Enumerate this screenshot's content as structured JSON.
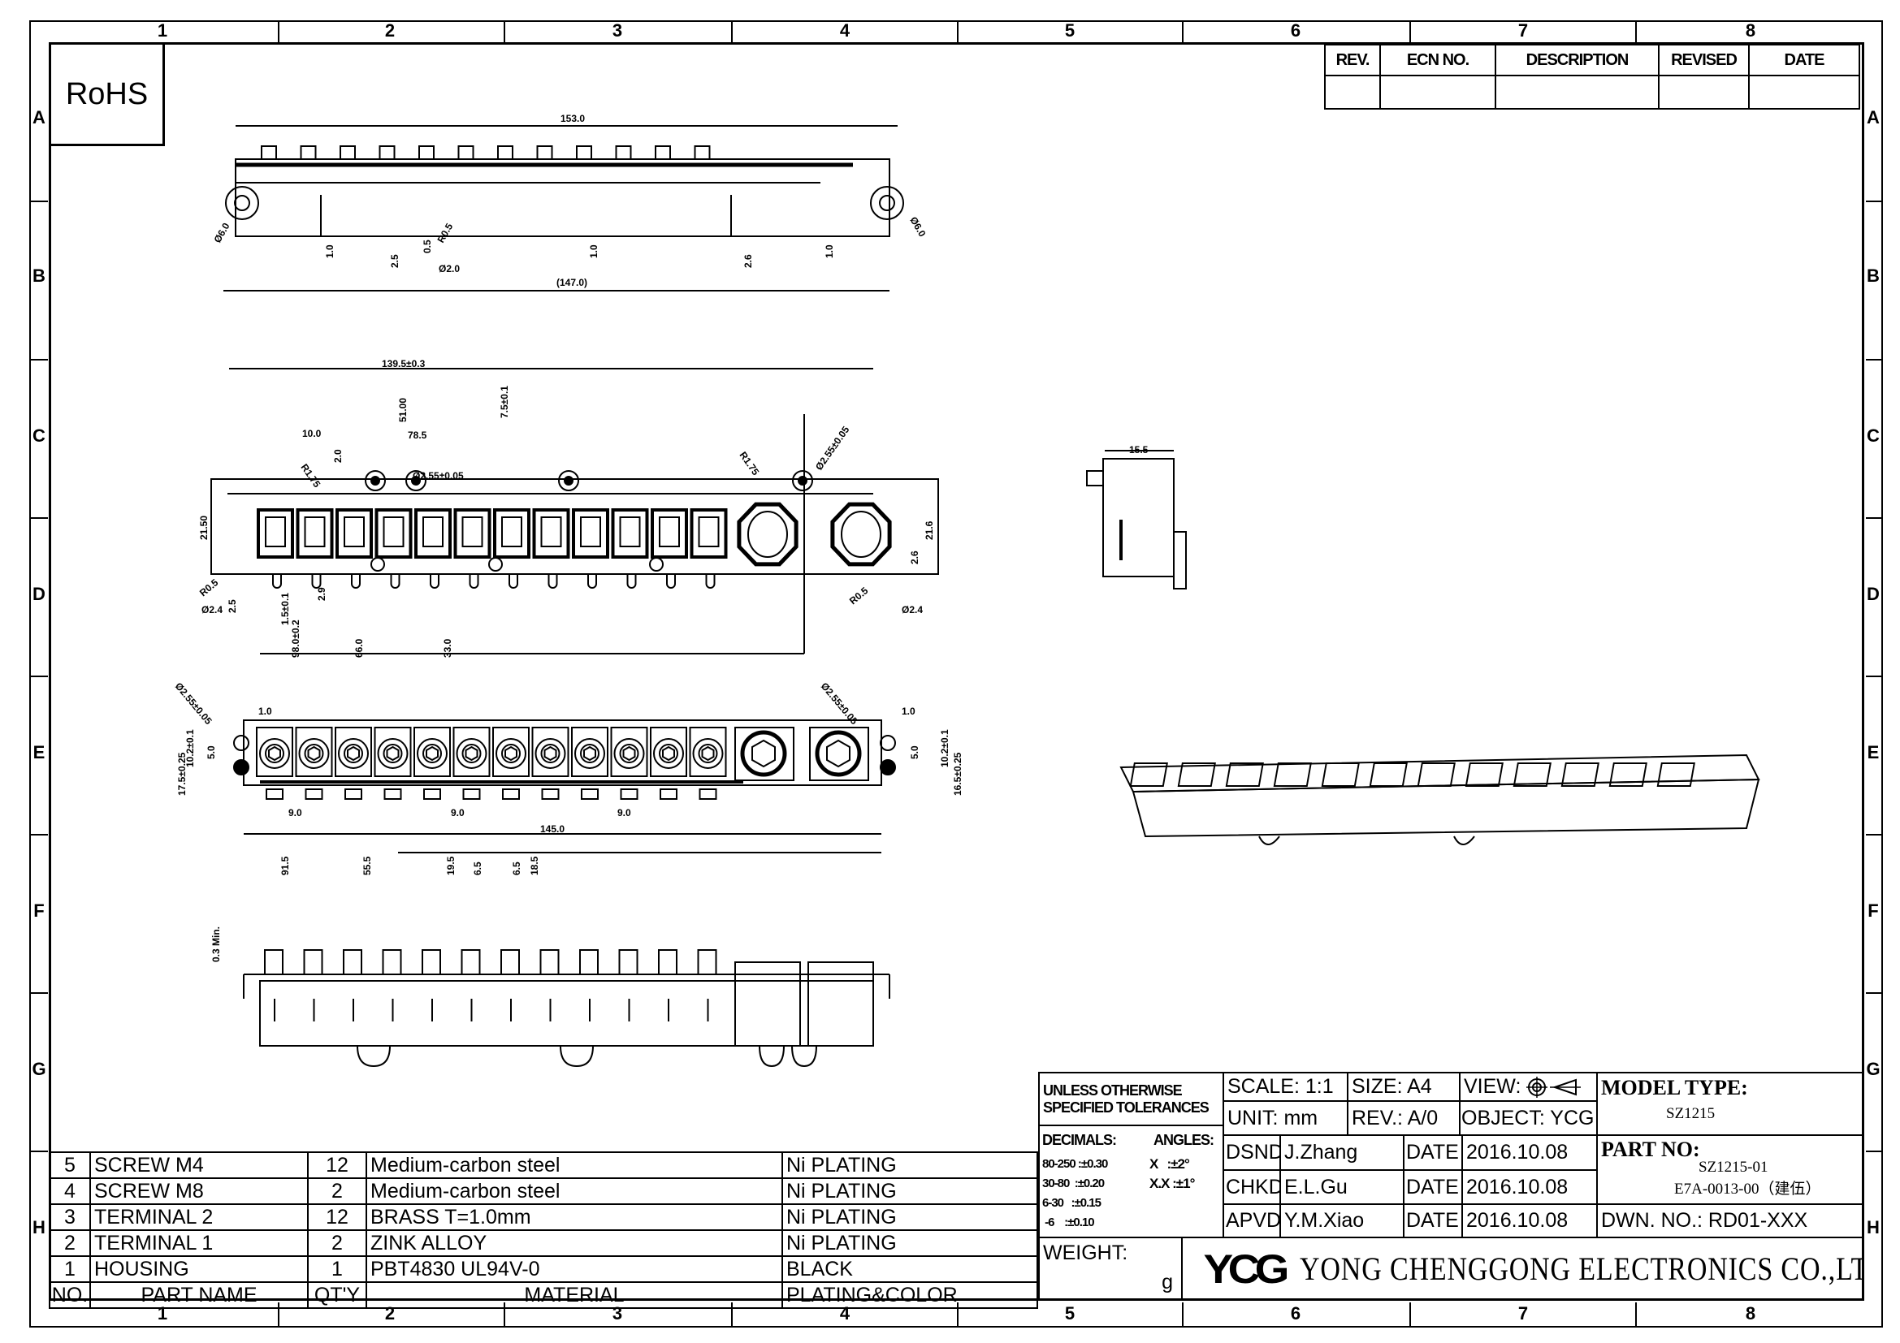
{
  "badge": "RoHS",
  "zones": {
    "columns": [
      "1",
      "2",
      "3",
      "4",
      "5",
      "6",
      "7",
      "8"
    ],
    "rows": [
      "A",
      "B",
      "C",
      "D",
      "E",
      "F",
      "G",
      "H"
    ]
  },
  "revision_table": {
    "headers": [
      "REV.",
      "ECN NO.",
      "DESCRIPTION",
      "REVISED",
      "DATE"
    ]
  },
  "bom": {
    "headers": [
      "NO.",
      "PART NAME",
      "QT'Y",
      "MATERIAL",
      "PLATING&COLOR"
    ],
    "rows": [
      [
        "5",
        "SCREW M4",
        "12",
        "Medium-carbon steel",
        "Ni PLATING"
      ],
      [
        "4",
        "SCREW M8",
        "2",
        "Medium-carbon steel",
        "Ni PLATING"
      ],
      [
        "3",
        "TERMINAL 2",
        "12",
        "BRASS T=1.0mm",
        "Ni PLATING"
      ],
      [
        "2",
        "TERMINAL 1",
        "2",
        "ZINK ALLOY",
        "Ni PLATING"
      ],
      [
        "1",
        "HOUSING",
        "1",
        "PBT4830 UL94V-0",
        "BLACK"
      ]
    ]
  },
  "title_block": {
    "tolerance_title_1": "UNLESS OTHERWISE",
    "tolerance_title_2": "SPECIFIED TOLERANCES",
    "decimals_label": "DECIMALS:",
    "angles_label": "ANGLES:",
    "decimals": [
      "80-250 :±0.30",
      "30-80  :±0.20",
      "6-30   :±0.15",
      " -6    :±0.10"
    ],
    "angles": [
      "X   :±2°",
      "X.X :±1°"
    ],
    "scale": "SCALE:  1:1",
    "size": "SIZE:  A4",
    "view": "VIEW:",
    "unit": "UNIT:  mm",
    "rev": "REV.:  A/0",
    "object": "OBJECT:  YCG",
    "model_type_label": "MODEL TYPE:",
    "model_type": "SZ1215",
    "dsnd_label": "DSND",
    "dsnd": "J.Zhang",
    "chkd_label": "CHKD",
    "chkd": "E.L.Gu",
    "apvd_label": "APVD",
    "apvd": "Y.M.Xiao",
    "date_label": "DATE",
    "date": "2016.10.08",
    "part_no_label": "PART NO:",
    "part_no": "SZ1215-01",
    "part_no_2": "E7A-0013-00（建伍）",
    "dwn_no": "DWN. NO.:  RD01-XXX",
    "weight_label": "WEIGHT:",
    "weight_unit": "g",
    "logo": "YCG",
    "company": "YONG CHENGGONG ELECTRONICS CO.,LTD."
  },
  "dims": {
    "top": {
      "overall": "153.0",
      "inner": "(147.0)",
      "d1": "1.0",
      "d2": "2.5",
      "d3": "0.5",
      "d4": "Ø2.0",
      "d5": "R0.5",
      "d6": "Ø6.0",
      "d7": "2.6",
      "d8": "1.0",
      "d9": "Ø6.0"
    },
    "front": {
      "overall": "139.5±0.3",
      "h1": "21.50",
      "h2": "21.6",
      "d10": "10.0",
      "d51": "51.00",
      "d785": "78.5",
      "d75": "7.5±0.1",
      "hole": "Ø2.55±0.05",
      "hole2": "Ø2.55±0.05",
      "r": "R1.75",
      "r2": "R1.75",
      "d2": "2.0",
      "d215": "21.50",
      "d29": "2.9",
      "d15": "1.5±0.1",
      "d98": "98.0±0.2",
      "d66": "66.0",
      "d33": "33.0",
      "d25": "2.5",
      "d24": "Ø2.4",
      "d24b": "Ø2.4",
      "d26": "2.6",
      "r05": "R0.5",
      "r05b": "R0.5"
    },
    "mid": {
      "p1": "1.0",
      "p2": "1.0",
      "h1": "17.5±0.25",
      "h2": "10.2±0.1",
      "h3": "5.0",
      "h4": "16.5±0.25",
      "h5": "10.2±0.1",
      "h6": "5.0",
      "pitch": "9.0",
      "overall": "145.0",
      "a": "91.5",
      "b": "55.5",
      "c": "19.5",
      "d": "6.5",
      "e": "6.5",
      "f": "18.5",
      "hole": "Ø2.55±0.05",
      "hole2": "Ø2.55±0.05"
    },
    "bottom": {
      "min": "0.3 Min."
    },
    "side": {
      "w": "15.5"
    }
  }
}
